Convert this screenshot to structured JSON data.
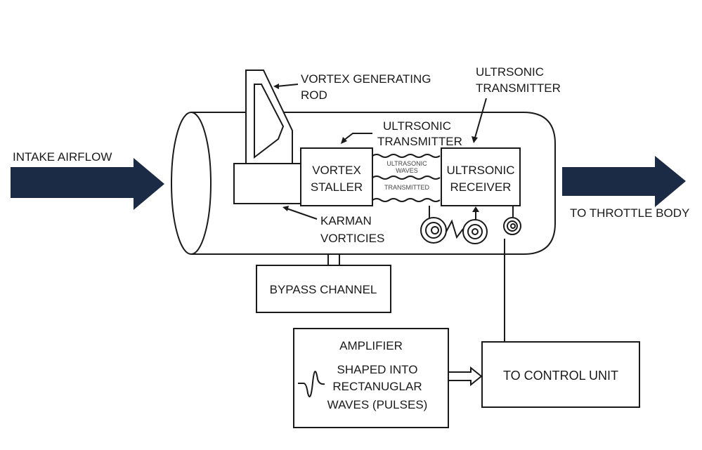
{
  "colors": {
    "flow_arrow": "#1c2b45",
    "line": "#1a1a1a",
    "background": "#ffffff"
  },
  "labels": {
    "intake_airflow": "INTAKE AIRFLOW",
    "to_throttle_body": "TO THROTTLE BODY",
    "vortex_rod_line1": "VORTEX GENERATING",
    "vortex_rod_line2": "ROD",
    "top_transmitter_line1": "ULTRSONIC",
    "top_transmitter_line2": "TRANSMITTER",
    "mid_transmitter_line1": "ULTRSONIC",
    "mid_transmitter_line2": "TRANSMITTER",
    "staller_line1": "VORTEX",
    "staller_line2": "STALLER",
    "waves_line1": "ULTRASONIC",
    "waves_line2": "WAVES",
    "waves_line3": "TRANSMITTED",
    "receiver_line1": "ULTRSONIC",
    "receiver_line2": "RECEIVER",
    "karman_line1": "KARMAN",
    "karman_line2": "VORTICIES",
    "bypass": "BYPASS CHANNEL",
    "amplifier_title": "AMPLIFIER",
    "amplifier_line1": "SHAPED INTO",
    "amplifier_line2": "RECTANUGLAR",
    "amplifier_line3": "WAVES (PULSES)",
    "control_unit": "TO CONTROL UNIT"
  }
}
